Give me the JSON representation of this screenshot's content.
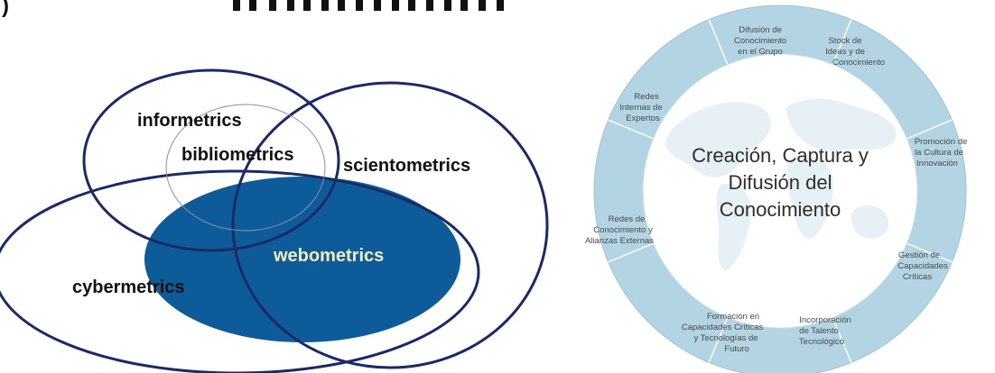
{
  "header": {
    "fragment": ") "
  },
  "venn": {
    "labels": {
      "informetrics": "informetrics",
      "bibliometrics": "bibliometrics",
      "scientometrics": "scientometrics",
      "webometrics": "webometrics",
      "cybermetrics": "cybermetrics"
    },
    "colors": {
      "outline": "#1b2a66",
      "webometrics_fill": "#0d5c99",
      "webometrics_text": "#f3eebb"
    }
  },
  "wheel": {
    "center": {
      "line1": "Creación, Captura y",
      "line2": "Difusión del",
      "line3": "Conocimiento"
    },
    "segments": [
      [
        "Difusión de",
        "Conocimiento",
        "en el Grupo"
      ],
      [
        "Stock de",
        "Ideas y de",
        "Conocimiento"
      ],
      [
        "Promoción de",
        "la Cultura de",
        "Innovación"
      ],
      [
        "Gestión de",
        "Capacidades",
        "Críticas"
      ],
      [
        "Incorporación",
        "de Talento",
        "Tecnológico"
      ],
      [
        "Formación en",
        "Capacidades Críticas",
        "y Tecnologías de",
        "Futuro"
      ],
      [
        "Redes de",
        "Conocimiento y",
        "Alianzas Externas"
      ],
      [
        "Redes",
        "Internas de",
        "Expertos"
      ]
    ],
    "colors": {
      "ring": "#b2d4e3",
      "inner": "#ffffff",
      "map": "#e6f0f5",
      "text": "#4a4a4a"
    }
  }
}
